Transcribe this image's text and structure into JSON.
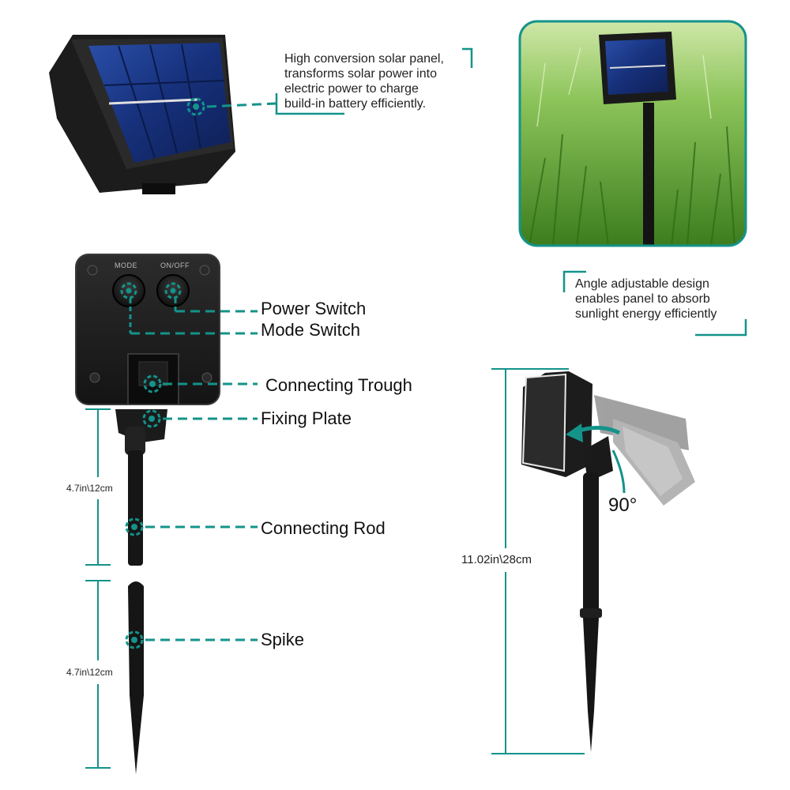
{
  "colors": {
    "accent": "#14938a",
    "product": "#1b1b1b",
    "panel_cell": "#1f3a86",
    "grass": "#4f9a2a"
  },
  "captions": {
    "solar_panel": "High conversion solar panel,\ntransforms solar power into\nelectric power to charge\nbuild-in battery efficiently.",
    "angle": "Angle adjustable design\nenables panel to absorb\nsunlight energy efficiently"
  },
  "controls": {
    "mode": "MODE",
    "onoff": "ON/OFF"
  },
  "parts": {
    "power_switch": "Power Switch",
    "mode_switch": "Mode Switch",
    "connecting_trough": "Connecting Trough",
    "fixing_plate": "Fixing Plate",
    "connecting_rod": "Connecting Rod",
    "spike": "Spike"
  },
  "dimensions": {
    "rod": "4.7in\\12cm",
    "spike": "4.7in\\12cm",
    "total": "11.02in\\28cm"
  },
  "rotation": {
    "angle": "90°"
  },
  "icons": {
    "callout_marker": "target-circle-icon",
    "rotation_arrow": "curved-arrow-icon"
  }
}
